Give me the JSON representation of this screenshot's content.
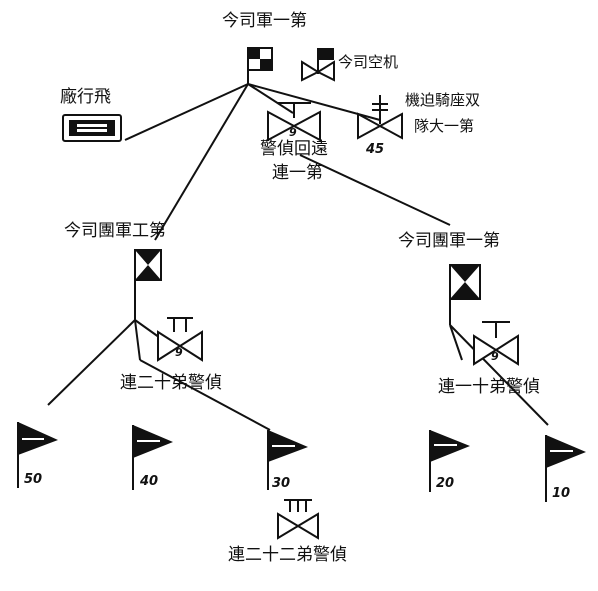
{
  "hq": {
    "label": "今司軍一第"
  },
  "hq_aircraft": {
    "label": "今司空机"
  },
  "aircraft": {
    "label": "廠行飛"
  },
  "mech_battalion": {
    "line1": "機迫騎座双",
    "line2": "隊大一第",
    "number": "45"
  },
  "recon_company": {
    "line1": "警偵回遠",
    "line2": "連一第",
    "number": "9"
  },
  "div_left": {
    "label": "今司團軍工第"
  },
  "div_right": {
    "label": "今司團軍一第"
  },
  "co_left": {
    "label": "連二十弟警偵",
    "number": "9"
  },
  "co_right": {
    "label": "連一十弟警偵",
    "number": "9"
  },
  "co_bottom": {
    "label": "連二十二弟警偵"
  },
  "flags": {
    "f50": "50",
    "f40": "40",
    "f30": "30",
    "f20": "20",
    "f10": "10"
  }
}
